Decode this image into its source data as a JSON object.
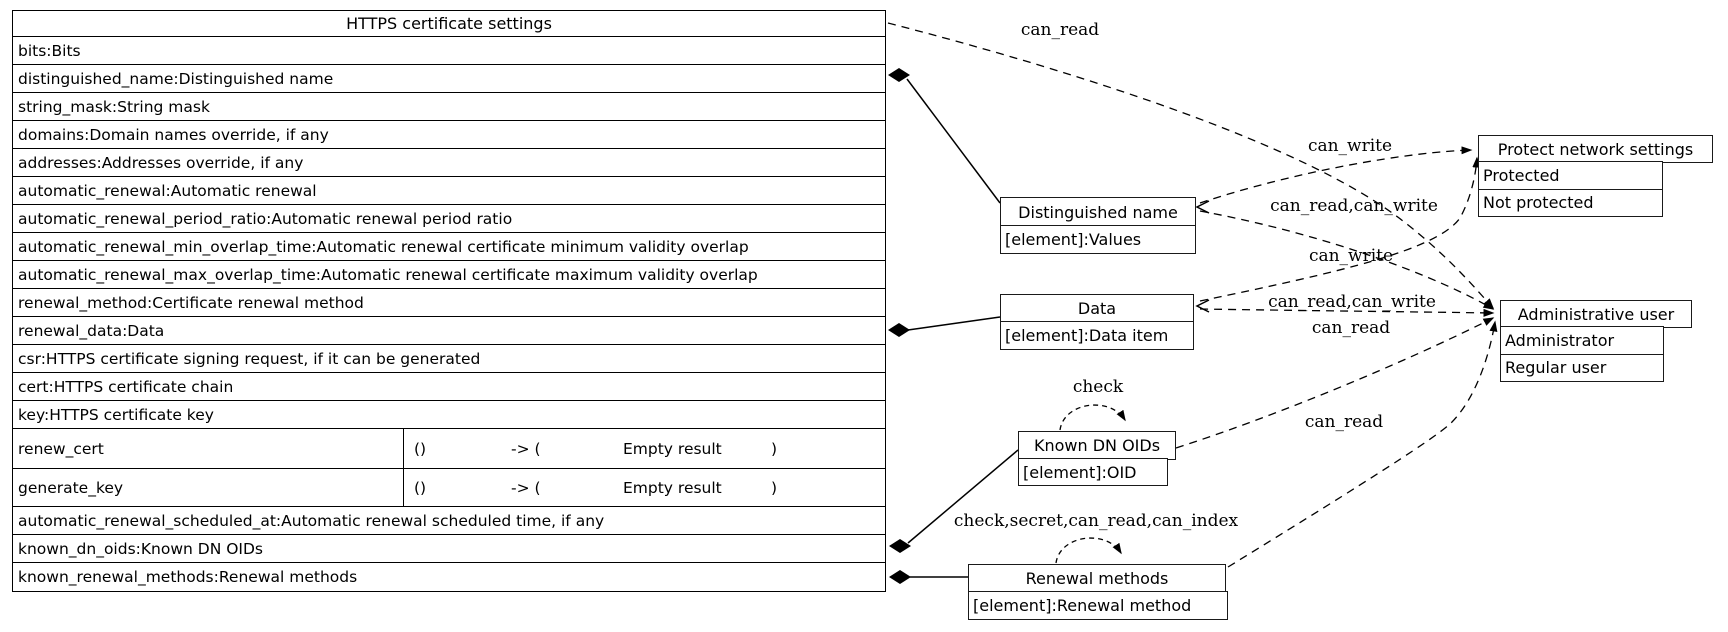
{
  "diagram": {
    "main_table": {
      "title": "HTTPS certificate settings",
      "rows_top": [
        "bits:Bits",
        "distinguished_name:Distinguished name",
        "string_mask:String mask",
        "domains:Domain names override, if any",
        "addresses:Addresses override, if any",
        "automatic_renewal:Automatic renewal",
        "automatic_renewal_period_ratio:Automatic renewal period ratio",
        "automatic_renewal_min_overlap_time:Automatic renewal certificate minimum validity overlap",
        "automatic_renewal_max_overlap_time:Automatic renewal certificate maximum validity overlap",
        "renewal_method:Certificate renewal method",
        "renewal_data:Data",
        "csr:HTTPS certificate signing request, if it can be generated",
        "cert:HTTPS certificate chain",
        "key:HTTPS certificate key"
      ],
      "methods": [
        {
          "name": "renew_cert",
          "args": "()",
          "arrow": "-> (",
          "result": "Empty result",
          "close": ")"
        },
        {
          "name": "generate_key",
          "args": "()",
          "arrow": "-> (",
          "result": "Empty result",
          "close": ")"
        }
      ],
      "rows_bottom": [
        "automatic_renewal_scheduled_at:Automatic renewal scheduled time, if any",
        "known_dn_oids:Known DN OIDs",
        "known_renewal_methods:Renewal methods"
      ]
    },
    "nodes": {
      "distinguished_name": {
        "title": "Distinguished name",
        "element": "[element]:Values"
      },
      "data": {
        "title": "Data",
        "element": "[element]:Data item"
      },
      "known_dn_oids": {
        "title": "Known DN OIDs",
        "element": "[element]:OID"
      },
      "renewal_methods": {
        "title": "Renewal methods",
        "element": "[element]:Renewal method"
      },
      "protect_network_settings": {
        "title": "Protect network settings",
        "values": [
          "Protected",
          "Not protected"
        ]
      },
      "administrative_user": {
        "title": "Administrative user",
        "values": [
          "Administrator",
          "Regular user"
        ]
      }
    },
    "edge_labels": {
      "table_to_admin": "can_read",
      "dn_to_protect": "can_write",
      "dn_to_admin": "can_read,can_write",
      "data_to_protect": "can_write",
      "data_to_admin": "can_read,can_write",
      "known_dn_to_admin": "can_read",
      "renewal_to_admin": "can_read",
      "known_dn_self_loop": "check",
      "renewal_self_loop": "check,secret,can_read,can_index"
    },
    "colors": {
      "line": "#000000",
      "background": "#ffffff"
    }
  }
}
